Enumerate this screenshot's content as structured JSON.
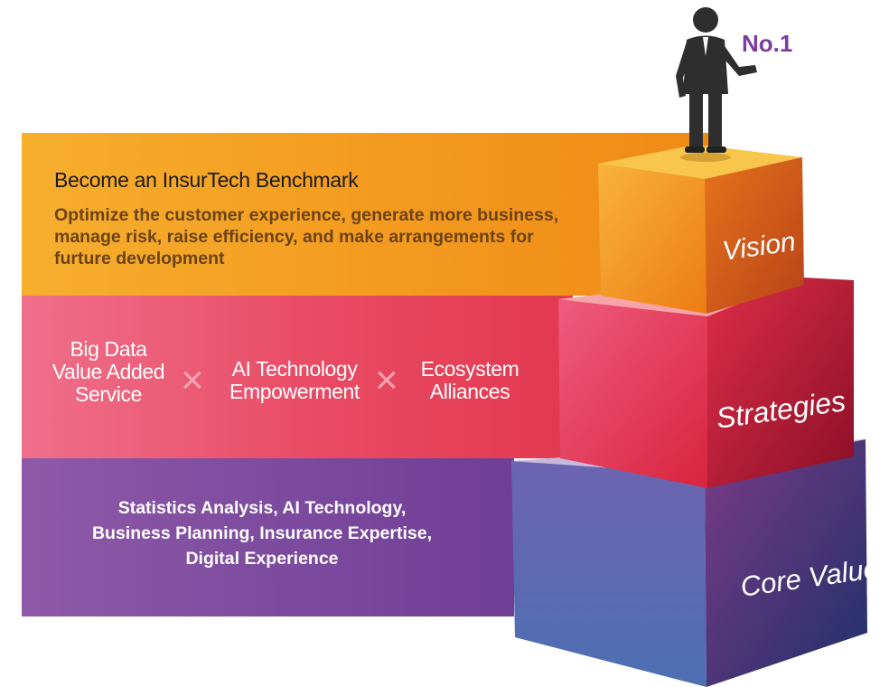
{
  "vision": {
    "title": "Become an InsurTech Benchmark",
    "description": "Optimize the customer experience, generate more business, manage risk, raise efficiency, and make arrangements for furture development"
  },
  "strategies": {
    "items": [
      {
        "lines": [
          "Big Data",
          "Value Added",
          "Service"
        ]
      },
      {
        "lines": [
          "AI Technology",
          "Empowerment"
        ]
      },
      {
        "lines": [
          "Ecosystem",
          "Alliances"
        ]
      }
    ],
    "separator": "×"
  },
  "core_values": {
    "lines": [
      "Statistics Analysis, AI Technology,",
      "Business Planning, Insurance Expertise,",
      "Digital Experience"
    ]
  },
  "cubes": {
    "vision_label": "Vision",
    "strategies_label": "Strategies",
    "core_values_label": "Core Values"
  },
  "badge": {
    "text": "No.1"
  },
  "colors": {
    "vision": "#f39a1f",
    "strategies": "#e94a63",
    "core_values": "#7c4a9e",
    "badge": "#7d3c9e"
  }
}
